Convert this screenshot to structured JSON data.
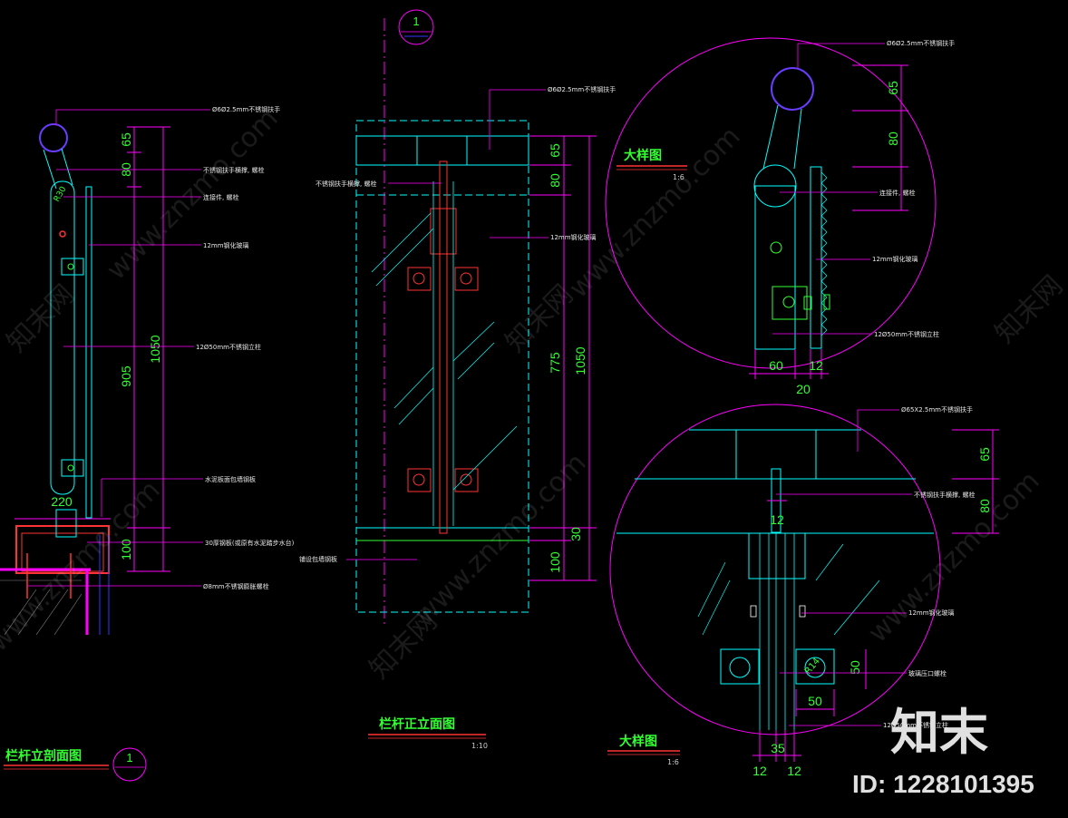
{
  "section_view": {
    "title": "栏杆立剖面图",
    "bubble": "1",
    "radius_label": "R30",
    "dims": {
      "d65": "65",
      "d80": "80",
      "d905": "905",
      "d1050": "1050",
      "d220": "220",
      "d100": "100"
    },
    "notes": [
      "Ø6Ø2.5mm不锈钢扶手",
      "不锈钢扶手横撑, 螺栓",
      "连接件, 螺栓",
      "12mm钢化玻璃",
      "12Ø50mm不锈钢立柱",
      "水泥板面包墙钢板",
      "30厚钢板(或原有水泥踏步水台)",
      "Ø8mm不锈钢膨胀螺栓"
    ]
  },
  "front_view": {
    "title": "栏杆正立面图",
    "scale": "1:10",
    "bubble": "1",
    "dims": {
      "d65": "65",
      "d80": "80",
      "d775": "775",
      "d1050": "1050",
      "d30": "30",
      "d100": "100"
    },
    "notes": [
      "Ø6Ø2.5mm不锈钢扶手",
      "不锈钢扶手横撑, 螺栓",
      "12mm钢化玻璃",
      "铺设包墙钢板"
    ]
  },
  "detail_top": {
    "title": "大样图",
    "scale": "1:6",
    "dims": {
      "d65": "65",
      "d80": "80",
      "d60": "60",
      "d12": "12",
      "d20": "20"
    },
    "notes": [
      "Ø6Ø2.5mm不锈钢扶手",
      "连接件, 螺栓",
      "12mm钢化玻璃",
      "12Ø50mm不锈钢立柱"
    ]
  },
  "detail_bottom": {
    "title": "大样图",
    "scale": "1:6",
    "dims": {
      "d65": "65",
      "d80": "80",
      "d12a": "12",
      "d50a": "50",
      "d50b": "50",
      "d35": "35",
      "d12b": "12",
      "d12c": "12"
    },
    "notes": [
      "Ø65X2.5mm不锈钢扶手",
      "不锈钢扶手横撑, 螺栓",
      "12mm钢化玻璃",
      "玻璃压口螺栓",
      "12Ø50mm不锈钢立柱"
    ],
    "radius_label": "R14"
  },
  "watermark": {
    "site": "www.znzmo.com",
    "brand": "知末网",
    "logo": "知末",
    "id_text": "ID: 1228101395"
  },
  "colors": {
    "background": "#000000",
    "cyan": "#00ffff",
    "magenta": "#ff00ff",
    "green": "#33ff33",
    "red": "#ff3333",
    "blue": "#3333ff",
    "white": "#ffffff"
  }
}
